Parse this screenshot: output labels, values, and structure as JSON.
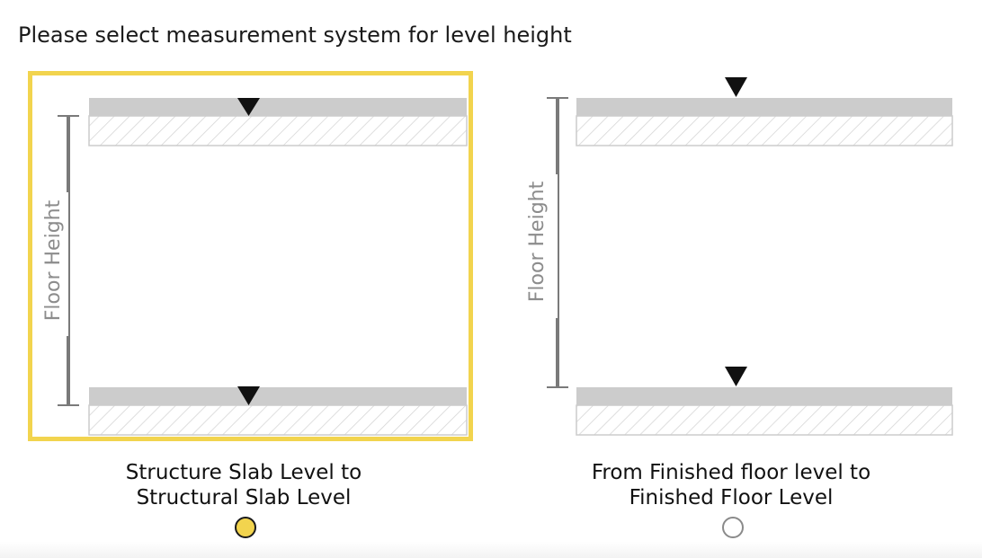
{
  "prompt": "Please select measurement system for level height",
  "options": [
    {
      "diagram_label": "Floor Height",
      "label_line1": "Structure Slab Level to",
      "label_line2": "Structural Slab Level",
      "selected": true
    },
    {
      "diagram_label": "Floor Height",
      "label_line1": "From Finished floor level to",
      "label_line2": "Finished Floor Level",
      "selected": false
    }
  ],
  "colors": {
    "accent": "#f2d44e",
    "slab_fill": "#cccccc",
    "hatch": "#d4d4d4",
    "dimension_line": "#7a7a7a"
  }
}
